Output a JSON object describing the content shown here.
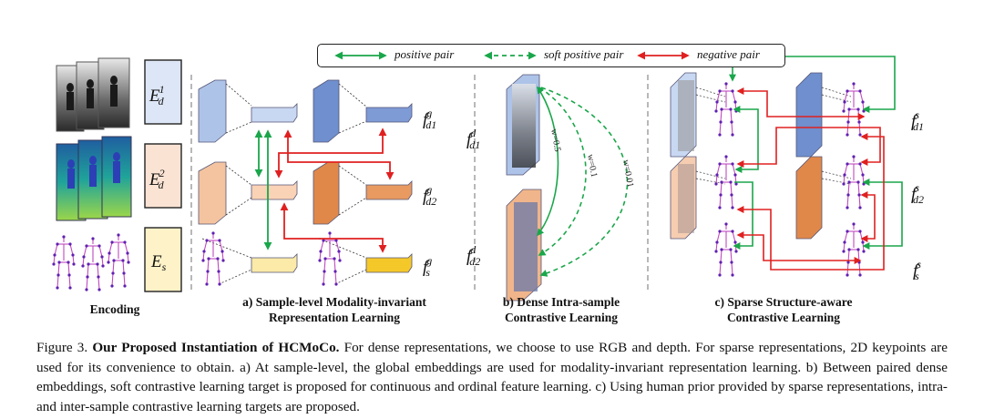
{
  "legend": {
    "positive": "positive pair",
    "soft_positive": "soft positive pair",
    "negative": "negative pair"
  },
  "encoders": {
    "e1": {
      "base": "E",
      "sup": "1",
      "sub": "d"
    },
    "e2": {
      "base": "E",
      "sup": "2",
      "sub": "d"
    },
    "es": {
      "base": "E",
      "sub": "s"
    }
  },
  "features": {
    "fgd1": {
      "base": "f",
      "sup": "g",
      "sub": "d1"
    },
    "fgd2": {
      "base": "f",
      "sup": "g",
      "sub": "d2"
    },
    "fgs": {
      "base": "f",
      "sup": "g",
      "sub": "s"
    },
    "fdd1": {
      "base": "f",
      "sup": "d",
      "sub": "d1"
    },
    "fdd2": {
      "base": "f",
      "sup": "d",
      "sub": "d2"
    },
    "fsd1": {
      "base": "f",
      "sup": "s",
      "sub": "d1"
    },
    "fsd2": {
      "base": "f",
      "sup": "s",
      "sub": "d2"
    },
    "fss": {
      "base": "f",
      "sup": "s",
      "sub": "s"
    }
  },
  "weights": {
    "w1": "w=0.5",
    "w2": "w=0.1",
    "w3": "w=0.01"
  },
  "panels": {
    "encoding": "Encoding",
    "a_line1": "a) Sample-level Modality-invariant",
    "a_line2": "Representation Learning",
    "b_line1": "b) Dense Intra-sample",
    "b_line2": "Contrastive Learning",
    "c_line1": "c) Sparse Structure-aware",
    "c_line2": "Contrastive Learning"
  },
  "caption": {
    "prefix": "Figure 3. ",
    "title": "Our Proposed Instantiation of HCMoCo.",
    "body": " For dense representations, we choose to use RGB and depth. For sparse representations, 2D keypoints are used for its convenience to obtain. a) At sample-level, the global embeddings are used for modality-invariant representation learning. b) Between paired dense embeddings, soft contrastive learning target is proposed for continuous and ordinal feature learning. c) Using human prior provided by sparse representations, intra- and inter-sample contrastive learning targets are proposed."
  },
  "colors": {
    "positive": "#1aa64a",
    "negative": "#e02020",
    "blue": "#9fb8e2",
    "orange": "#f0b58a",
    "yellow": "#f6db6a"
  }
}
